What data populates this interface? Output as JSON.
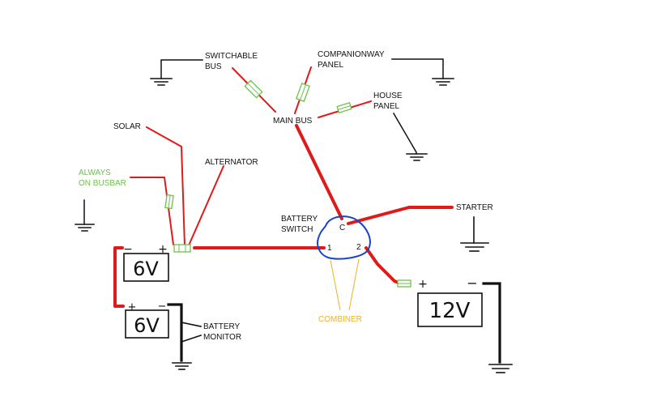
{
  "labels": {
    "switchable_bus": [
      "SWITCHABLE",
      "BUS"
    ],
    "companionway_panel": [
      "COMPANIONWAY",
      "PANEL"
    ],
    "house_panel": [
      "HOUSE",
      "PANEL"
    ],
    "main_bus": "MAIN BUS",
    "solar": "SOLAR",
    "alternator": "ALTERNATOR",
    "always_on_busbar": [
      "ALWAYS",
      "ON BUSBAR"
    ],
    "battery_switch": [
      "BATTERY",
      "SWITCH"
    ],
    "starter": "STARTER",
    "combiner": "COMBINER",
    "battery_monitor": [
      "BATTERY",
      "MONITOR"
    ]
  },
  "switch_terminals": {
    "common": "C",
    "one": "1",
    "two": "2"
  },
  "batteries": {
    "upper_6v": {
      "label": "6V",
      "minus": "−",
      "plus": "+"
    },
    "lower_6v": {
      "label": "6V",
      "minus": "−",
      "plus": "+"
    },
    "house_12v": {
      "label": "12V",
      "minus": "−",
      "plus": "+"
    }
  },
  "colors": {
    "wire": "#e01a1a",
    "ground": "#111111",
    "fuse": "#6cc24a",
    "switch_outline": "#1a44c8",
    "combiner": "#f2b21c"
  }
}
